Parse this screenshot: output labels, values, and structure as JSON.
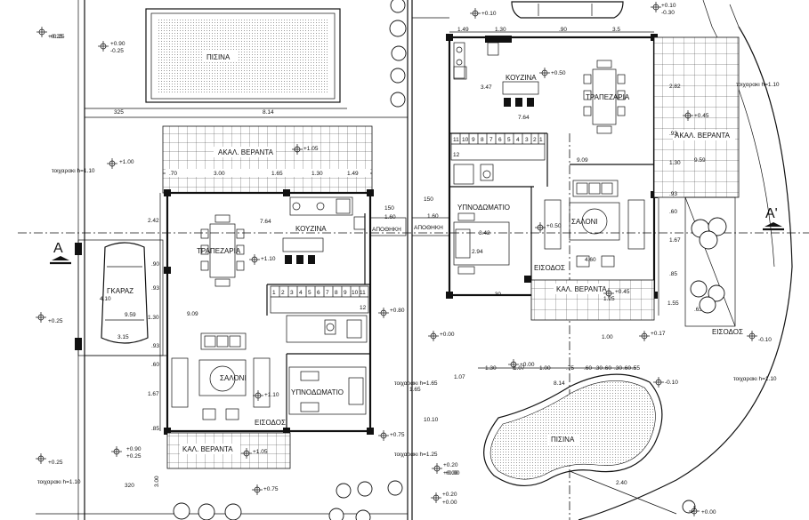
{
  "left_house": {
    "pool": "ΠΙΣΙΝΑ",
    "veranda_top": "ΑΚΑΛ. ΒΕΡΑΝΤΑ",
    "kitchen": "ΚΟΥΖΙΝΑ",
    "dining": "ΤΡΑΠΕΖΑΡΙΑ",
    "storage": "ΑΠΟΘΗΚΗ",
    "living": "ΣΑΛΟΝΙ",
    "bedroom": "ΥΠΝΟΔΩΜΑΤΙΟ",
    "entrance": "ΕΙΣΟΔΟΣ",
    "veranda_bottom": "ΚΑΛ. ΒΕΡΑΝΤΑ",
    "garage": "ΓΚΑΡΑΖ",
    "stairs": [
      "1",
      "2",
      "3",
      "4",
      "5",
      "6",
      "7",
      "8",
      "9",
      "10",
      "11",
      "12"
    ]
  },
  "right_house": {
    "kitchen": "ΚΟΥΖΙΝΑ",
    "dining": "ΤΡΑΠΕΖΑΡΙΑ",
    "veranda_top": "ΑΚΑΛ. ΒΕΡΑΝΤΑ",
    "bedroom": "ΥΠΝΟΔΩΜΑΤΙΟ",
    "storage": "ΑΠΟΘΗΚΗ",
    "living": "ΣΑΛΟΝΙ",
    "entrance": "ΕΙΣΟΔΟΣ",
    "veranda_bottom": "ΚΑΛ. ΒΕΡΑΝΤΑ",
    "entrance_outer": "ΕΙΣΟΔΟΣ",
    "pool": "ΠΙΣΙΝΑ",
    "stairs": [
      "11",
      "10",
      "9",
      "8",
      "7",
      "6",
      "5",
      "4",
      "3",
      "2",
      "1"
    ],
    "stair_12": "12"
  },
  "section_marks": {
    "left": "A",
    "right": "A'"
  },
  "levels": {
    "l1": "+0.25",
    "l2a": "+0.90",
    "l2b": "-0.25",
    "l3": "+1.00",
    "l4": "+1.05",
    "l5": "+1.10",
    "l6": "+1.10",
    "l7": "+0.80",
    "l8": "+0.00",
    "l9": "+0.25",
    "l10a": "+0.90",
    "l10b": "+0.25",
    "l11": "+1.05",
    "l12": "+0.75",
    "l13": "+0.25",
    "l14": "+0.75",
    "l15": "+0.10",
    "l16a": "+0.10",
    "l16b": "-0.30",
    "l17": "+0.50",
    "l18": "+0.45",
    "l19": "+0.50",
    "l20": "+0.45",
    "l21": "+0.17",
    "l22": "-0.10",
    "l23": "-0.10",
    "l24": "+0.00",
    "l25a": "+0.20",
    "l25b": "+0.00",
    "l26a": "+0.20",
    "l26b": "+0.00",
    "l27": "+0.00",
    "l28": "+0.00",
    "l29": "+0.25"
  },
  "walls_notes": {
    "w1": "τοιχαρακι h=1.10",
    "w2": "τοιχαρακι h=1.10",
    "w3": "τοιχαρακι h=1.65",
    "w4": "τοιχαρακι h=1.25",
    "w5": "τοιχαρακι h=1.10",
    "w6": "τοιχαρακι h=1.10"
  },
  "dims": {
    "d_325": "325",
    "d_814a": "8.14",
    "d_70": ".70",
    "d_300": "3.00",
    "d_165": "1.65",
    "d_130": "1.30",
    "d_149": "1.49",
    "d_242": "2.42",
    "d_764a": "7.64",
    "d_150": "150",
    "d_160": "1.60",
    "d_150b": "150",
    "d_160b": "1.60",
    "d_909a": "9.09",
    "d_90": ".90",
    "d_93a": ".93",
    "d_130b": "1.30",
    "d_93b": ".93",
    "d_60": ".60",
    "d_167": "1.67",
    "d_85": ".85",
    "d_410": "4.10",
    "d_959": "9.59",
    "d_315": "3.15",
    "d_320": "320",
    "d_300b": "3.00",
    "r_149": "1.49",
    "r_130": "1.30",
    "r_90": ".90",
    "r_35": "3.5",
    "r_347": "3.47",
    "r_764": "7.64",
    "r_282": "2.82",
    "r_93": ".93",
    "r_130b": "1.30",
    "r_959": "9.59",
    "r_909": "9.09",
    "r_342": "3.42",
    "r_294": "2.94",
    "r_460": "4.60",
    "r_93b": ".93",
    "r_60": ".60",
    "r_167": "1.67",
    "r_85": ".85",
    "r_155": "1.55",
    "r_63": ".63",
    "r_30": ".30",
    "r_125": "1.25",
    "r_100": "1.00",
    "r_107": "1.07",
    "r_1010": "10.10",
    "r_814": "8.14",
    "r_240": "2.40",
    "r_165": "1.65",
    "chain": [
      "1.30",
      "1.07",
      "1.00",
      ".75",
      ".60",
      ".30",
      ".60",
      ".30",
      ".60",
      ".55"
    ]
  }
}
